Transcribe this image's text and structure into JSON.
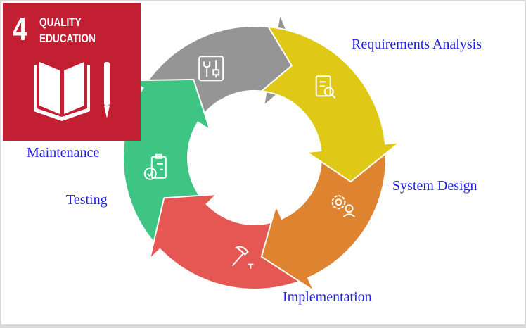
{
  "logo": {
    "number": "4",
    "title_line1": "QUALITY",
    "title_line2": "EDUCATION",
    "color": "#c21f32"
  },
  "phases": [
    {
      "label": "Requirements Analysis",
      "color": "#e0c916",
      "icon": "document-search-icon"
    },
    {
      "label": "System Design",
      "color": "#de8430",
      "icon": "gear-engineer-icon"
    },
    {
      "label": "Implementation",
      "color": "#e55752",
      "icon": "hammer-nail-icon"
    },
    {
      "label": "Testing",
      "color": "#3ec584",
      "icon": "clipboard-check-icon"
    },
    {
      "label": "Maintenance",
      "color": "#959595",
      "icon": "tools-icon"
    }
  ]
}
